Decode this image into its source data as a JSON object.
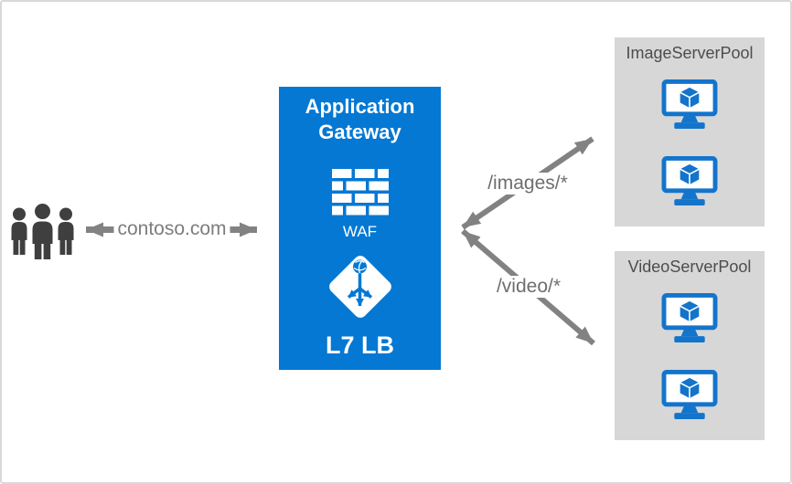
{
  "arrows": {
    "contoso": {
      "label": "contoso.com"
    }
  },
  "gateway": {
    "title": "Application Gateway",
    "waf_label": "WAF",
    "lb_label": "L7 LB"
  },
  "routes": [
    {
      "label": "/images/*"
    },
    {
      "label": "/video/*"
    }
  ],
  "pools": [
    {
      "name": "ImageServerPool"
    },
    {
      "name": "VideoServerPool"
    }
  ],
  "colors": {
    "gateway_blue": "#0478d3",
    "vm_blue": "#1374cc",
    "pool_gray": "#d7d7d7",
    "arrow_gray": "#828282",
    "people_gray": "#3f3f3f"
  }
}
